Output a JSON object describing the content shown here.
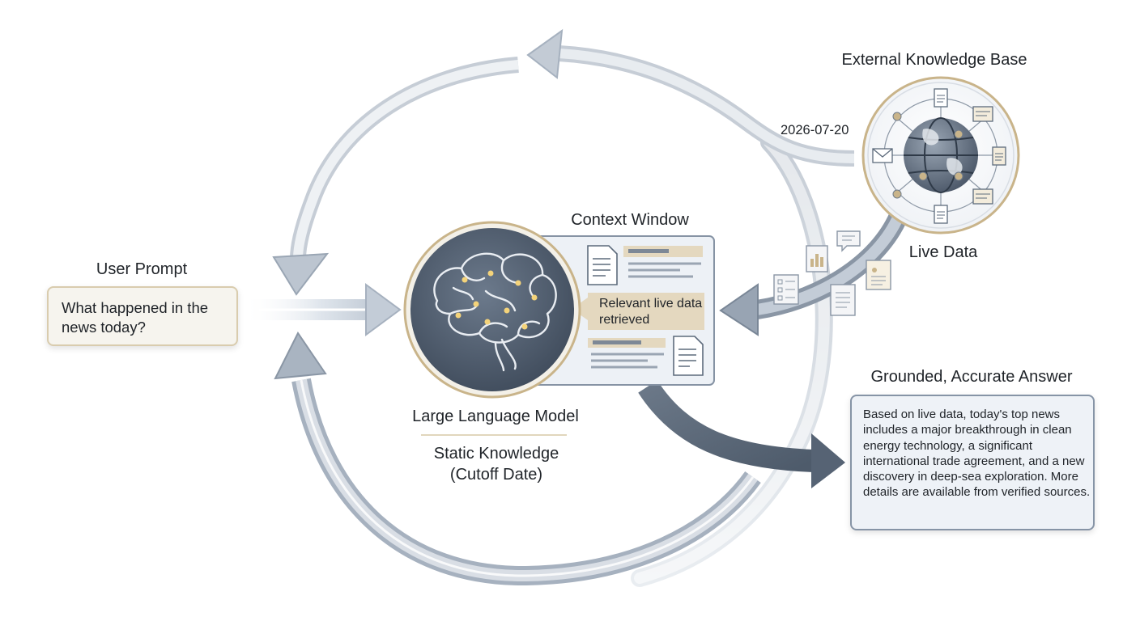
{
  "labels": {
    "user_prompt": "User Prompt",
    "context_window": "Context Window",
    "external_kb": "External Knowledge Base",
    "live_data": "Live Data",
    "date": "2026-07-20",
    "llm": "Large Language Model",
    "static_knowledge": "Static Knowledge\n(Cutoff Date)",
    "grounded_answer": "Grounded, Accurate Answer",
    "retrieved": "Relevant live data retrieved"
  },
  "prompt": {
    "text": "What happened in the news today?"
  },
  "answer": {
    "text": "Based on live data, today's top news includes a major breakthrough in clean energy technology, a significant international trade agreement, and a new discovery in deep-sea exploration. More details are available from verified sources."
  },
  "colors": {
    "arrow_light": "#c9d1db",
    "arrow_mid": "#a6b1bf",
    "arrow_dark": "#5d6b7c",
    "brain_bg": "#4f5d70",
    "accent_gold": "#c9b48a",
    "panel_bg": "#edf1f6"
  },
  "icons": [
    "brain-icon",
    "globe-icon",
    "document-icon",
    "chart-icon",
    "chat-bubble-icon",
    "envelope-icon",
    "checklist-icon"
  ]
}
